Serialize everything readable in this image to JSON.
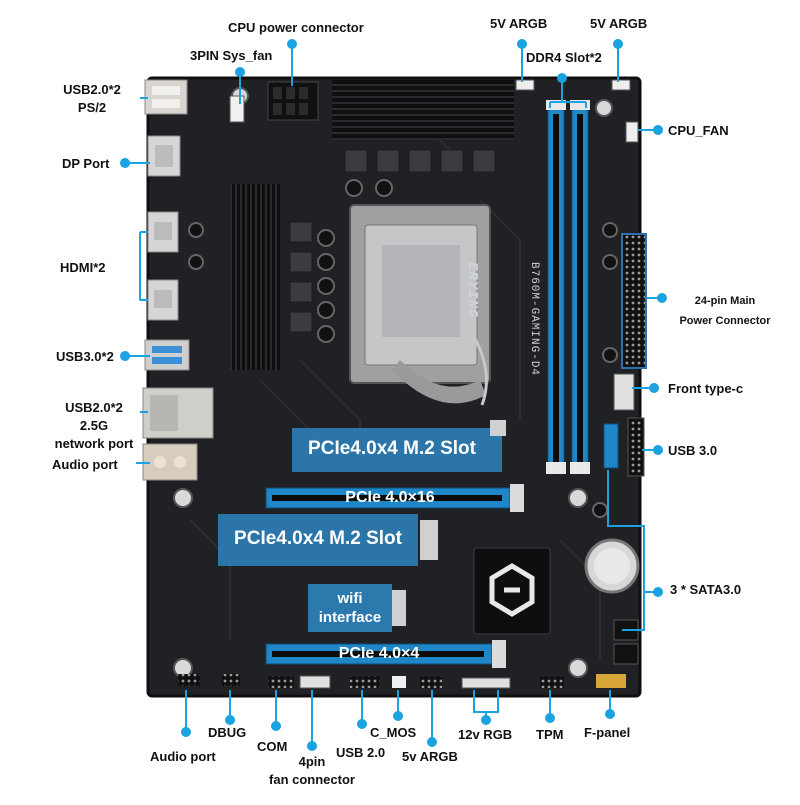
{
  "labels": {
    "usb20_ps2_line1": "USB2.0*2",
    "usb20_ps2_line2": "PS/2",
    "dp_port": "DP Port",
    "hdmi": "HDMI*2",
    "usb30_rear": "USB3.0*2",
    "usb20_lan_line1": "USB2.0*2",
    "usb20_lan_line2": "2.5G",
    "usb20_lan_line3": "network port",
    "audio_port_rear": "Audio port",
    "cpu_power": "CPU power connector",
    "sys_fan": "3PIN Sys_fan",
    "argb_5v_1": "5V ARGB",
    "argb_5v_2": "5V ARGB",
    "ddr4_slots": "DDR4 Slot*2",
    "cpu_fan": "CPU_FAN",
    "main_power_line1": "24-pin Main",
    "main_power_line2": "Power Connector",
    "front_typec": "Front type-c",
    "usb30_header": "USB 3.0",
    "sata": "3 * SATA3.0",
    "audio_port_bottom": "Audio port",
    "dbug": "DBUG",
    "com": "COM",
    "fan4pin_line1": "4pin",
    "fan4pin_line2": "fan connector",
    "usb20_header": "USB 2.0",
    "cmos": "C_MOS",
    "argb_5v_bottom": "5v ARGB",
    "rgb_12v": "12v RGB",
    "tpm": "TPM",
    "fpanel": "F-panel"
  },
  "slots": {
    "m2_top": "PCIe4.0x4 M.2 Slot",
    "pcie_x16": "PCIe 4.0×16",
    "m2_mid": "PCIe4.0x4 M.2 Slot",
    "wifi_line1": "wifi",
    "wifi_line2": "interface",
    "pcie_x4": "PCIe 4.0×4"
  },
  "board": {
    "brand": "ERYING",
    "model": "B760M-GAMING-D4"
  },
  "colors": {
    "accent": "#1aa3e0",
    "board": "#1e1f22",
    "slot_blue": "#1f86c8",
    "heatsink": "#0c0c0d"
  }
}
